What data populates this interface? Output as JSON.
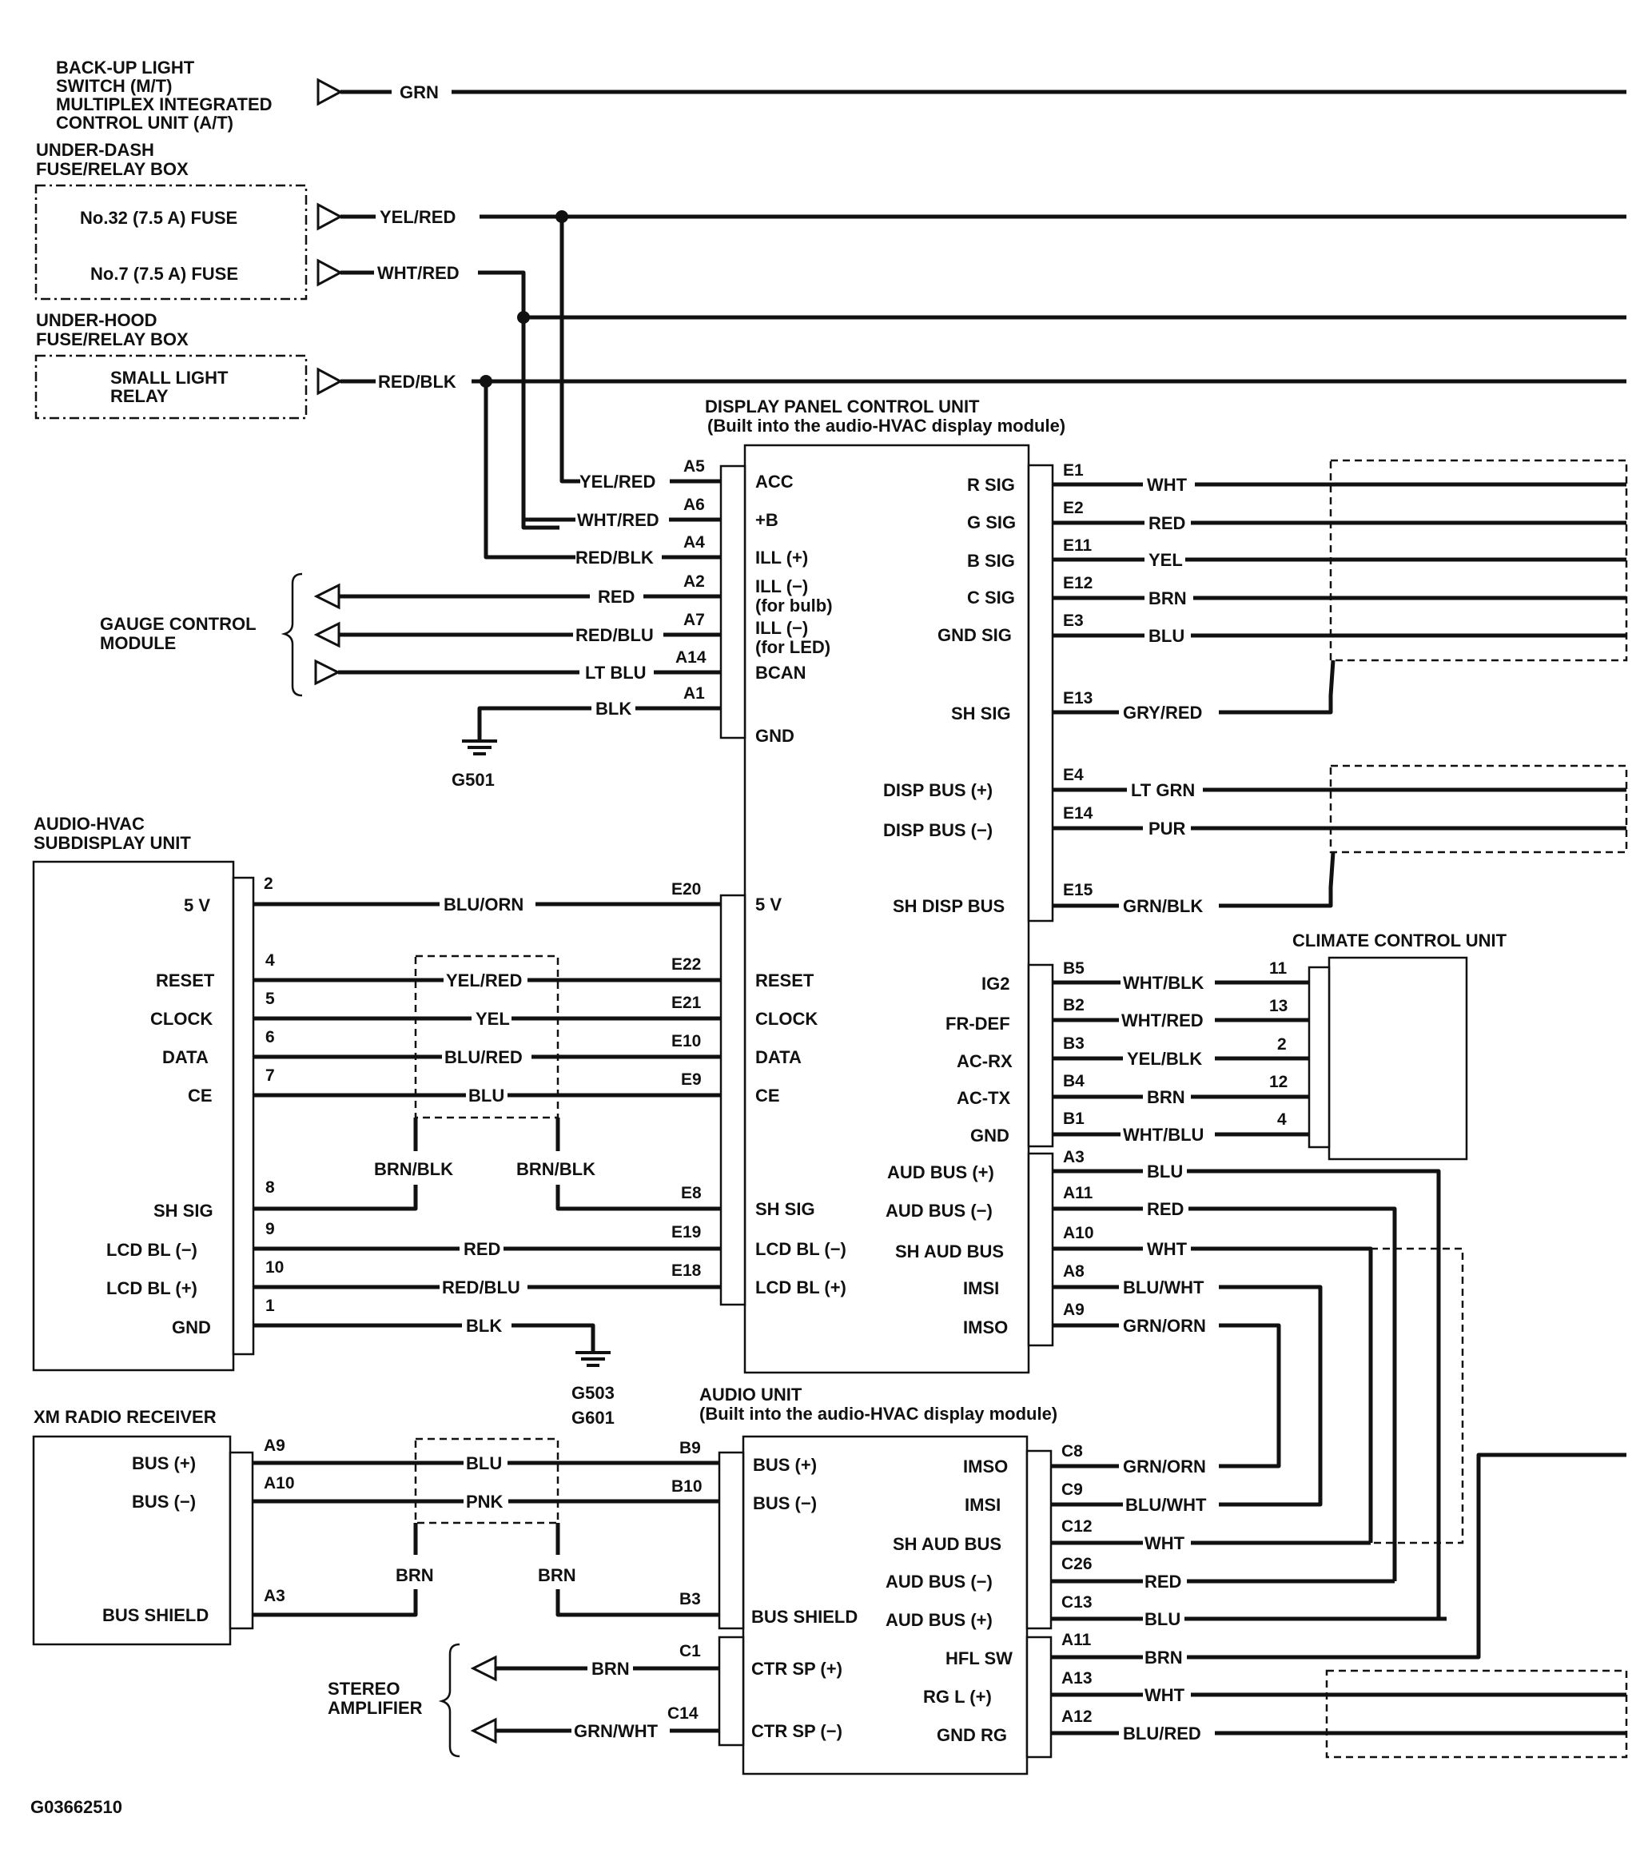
{
  "sources": {
    "backup_light": {
      "lines": [
        "BACK-UP LIGHT",
        "SWITCH (M/T)",
        "MULTIPLEX INTEGRATED",
        "CONTROL UNIT (A/T)"
      ],
      "wire": "GRN"
    },
    "under_dash": {
      "lines": [
        "UNDER-DASH",
        "FUSE/RELAY BOX"
      ],
      "fuse32": "No.32 (7.5 A) FUSE",
      "fuse7": "No.7 (7.5 A) FUSE",
      "wire32": "YEL/RED",
      "wire7": "WHT/RED"
    },
    "under_hood": {
      "lines": [
        "UNDER-HOOD",
        "FUSE/RELAY BOX"
      ],
      "relay": [
        "SMALL LIGHT",
        "RELAY"
      ],
      "wire": "RED/BLK"
    }
  },
  "dpcu": {
    "title": "DISPLAY PANEL CONTROL UNIT",
    "subtitle": "(Built into the audio-HVAC display module)",
    "left_a": [
      {
        "pin": "A5",
        "wire": "YEL/RED",
        "func": "ACC"
      },
      {
        "pin": "A6",
        "wire": "WHT/RED",
        "func": "+B"
      },
      {
        "pin": "A4",
        "wire": "RED/BLK",
        "func": "ILL (+)"
      },
      {
        "pin": "A2",
        "wire": "RED",
        "func": "ILL (−)",
        "func2": "(for bulb)"
      },
      {
        "pin": "A7",
        "wire": "RED/BLU",
        "func": "ILL (−)",
        "func2": "(for LED)"
      },
      {
        "pin": "A14",
        "wire": "LT BLU",
        "func": "BCAN"
      },
      {
        "pin": "A1",
        "wire": "BLK",
        "func": "GND"
      }
    ],
    "left_e": [
      {
        "pin": "E20",
        "func": "5 V"
      },
      {
        "pin": "E22",
        "func": "RESET"
      },
      {
        "pin": "E21",
        "func": "CLOCK"
      },
      {
        "pin": "E10",
        "func": "DATA"
      },
      {
        "pin": "E9",
        "func": "CE"
      },
      {
        "pin": "E8",
        "func": "SH SIG"
      },
      {
        "pin": "E19",
        "func": "LCD BL (−)"
      },
      {
        "pin": "E18",
        "func": "LCD BL (+)"
      }
    ],
    "right_e": [
      {
        "pin": "E1",
        "func": "R SIG",
        "wire": "WHT"
      },
      {
        "pin": "E2",
        "func": "G SIG",
        "wire": "RED"
      },
      {
        "pin": "E11",
        "func": "B SIG",
        "wire": "YEL"
      },
      {
        "pin": "E12",
        "func": "C SIG",
        "wire": "BRN"
      },
      {
        "pin": "E3",
        "func": "GND SIG",
        "wire": "BLU"
      },
      {
        "pin": "E13",
        "func": "SH SIG",
        "wire": "GRY/RED"
      },
      {
        "pin": "E4",
        "func": "DISP BUS (+)",
        "wire": "LT GRN"
      },
      {
        "pin": "E14",
        "func": "DISP BUS (−)",
        "wire": "PUR"
      },
      {
        "pin": "E15",
        "func": "SH DISP BUS",
        "wire": "GRN/BLK"
      }
    ],
    "right_b": [
      {
        "pin": "B5",
        "func": "IG2",
        "wire": "WHT/BLK",
        "cpin": "11"
      },
      {
        "pin": "B2",
        "func": "FR-DEF",
        "wire": "WHT/RED",
        "cpin": "13"
      },
      {
        "pin": "B3",
        "func": "AC-RX",
        "wire": "YEL/BLK",
        "cpin": "2"
      },
      {
        "pin": "B4",
        "func": "AC-TX",
        "wire": "BRN",
        "cpin": "12"
      },
      {
        "pin": "B1",
        "func": "GND",
        "wire": "WHT/BLU",
        "cpin": "4"
      }
    ],
    "right_a": [
      {
        "pin": "A3",
        "func": "AUD BUS (+)",
        "wire": "BLU"
      },
      {
        "pin": "A11",
        "func": "AUD BUS (−)",
        "wire": "RED"
      },
      {
        "pin": "A10",
        "func": "SH AUD BUS",
        "wire": "WHT"
      },
      {
        "pin": "A8",
        "func": "IMSI",
        "wire": "BLU/WHT"
      },
      {
        "pin": "A9",
        "func": "IMSO",
        "wire": "GRN/ORN"
      }
    ]
  },
  "gauge": {
    "lines": [
      "GAUGE CONTROL",
      "MODULE"
    ]
  },
  "ground_g501": "G501",
  "subdisplay": {
    "title": [
      "AUDIO-HVAC",
      "SUBDISPLAY UNIT"
    ],
    "pins": [
      {
        "func": "5 V",
        "pin": "2",
        "wire": "BLU/ORN"
      },
      {
        "func": "RESET",
        "pin": "4",
        "wire": "YEL/RED"
      },
      {
        "func": "CLOCK",
        "pin": "5",
        "wire": "YEL"
      },
      {
        "func": "DATA",
        "pin": "6",
        "wire": "BLU/RED"
      },
      {
        "func": "CE",
        "pin": "7",
        "wire": "BLU"
      },
      {
        "func": "SH SIG",
        "pin": "8",
        "wire": "BRN/BLK"
      },
      {
        "func": "LCD BL (−)",
        "pin": "9",
        "wire": "RED"
      },
      {
        "func": "LCD BL (+)",
        "pin": "10",
        "wire": "RED/BLU"
      },
      {
        "func": "GND",
        "pin": "1",
        "wire": "BLK"
      }
    ],
    "shield_right": "BRN/BLK"
  },
  "ground_g503": "G503",
  "ground_g601": "G601",
  "climate": {
    "title": "CLIMATE CONTROL UNIT"
  },
  "audio_unit": {
    "title": "AUDIO UNIT",
    "subtitle": "(Built into the audio-HVAC display module)",
    "left": [
      {
        "pin": "B9",
        "func": "BUS (+)"
      },
      {
        "pin": "B10",
        "func": "BUS (−)"
      },
      {
        "pin": "B3",
        "func": "BUS SHIELD"
      },
      {
        "pin": "C1",
        "func": "CTR SP (+)",
        "wire": "BRN"
      },
      {
        "pin": "C14",
        "func": "CTR SP (−)",
        "wire": "GRN/WHT"
      }
    ],
    "right": [
      {
        "pin": "C8",
        "func": "IMSO",
        "wire": "GRN/ORN"
      },
      {
        "pin": "C9",
        "func": "IMSI",
        "wire": "BLU/WHT"
      },
      {
        "pin": "C12",
        "func": "SH AUD BUS",
        "wire": "WHT"
      },
      {
        "pin": "C26",
        "func": "AUD BUS (−)",
        "wire": "RED"
      },
      {
        "pin": "C13",
        "func": "AUD BUS (+)",
        "wire": "BLU"
      },
      {
        "pin": "A11",
        "func": "HFL SW",
        "wire": "BRN"
      },
      {
        "pin": "A13",
        "func": "RG L (+)",
        "wire": "WHT"
      },
      {
        "pin": "A12",
        "func": "GND RG",
        "wire": "BLU/RED"
      }
    ]
  },
  "xm": {
    "title": "XM RADIO RECEIVER",
    "pins": [
      {
        "func": "BUS (+)",
        "pin": "A9",
        "wire": "BLU"
      },
      {
        "func": "BUS (−)",
        "pin": "A10",
        "wire": "PNK"
      },
      {
        "func": "BUS SHIELD",
        "pin": "A3",
        "wire": "BRN"
      }
    ],
    "shield_right": "BRN"
  },
  "stereo_amp": {
    "lines": [
      "STEREO",
      "AMPLIFIER"
    ]
  },
  "figure_id": "G03662510"
}
